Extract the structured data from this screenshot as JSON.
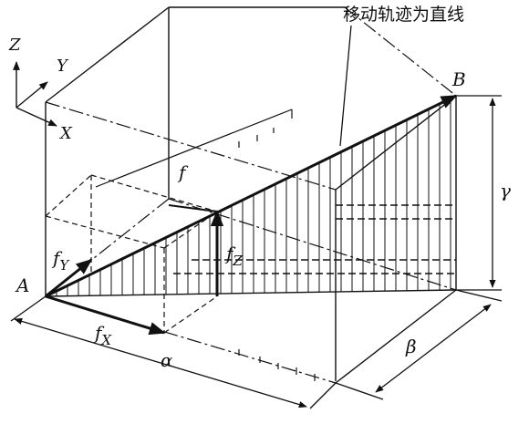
{
  "caption": "移动轨迹为直线",
  "axes": {
    "z": "Z",
    "y": "Y",
    "x": "X"
  },
  "points": {
    "a": "A",
    "b": "B"
  },
  "feed_vectors": {
    "f": "f",
    "fy": "f",
    "fy_sub": "Y",
    "fz": "f",
    "fz_sub": "Z",
    "fx": "f",
    "fx_sub": "X"
  },
  "angles": {
    "alpha": "α",
    "beta": "β",
    "gamma": "γ"
  }
}
